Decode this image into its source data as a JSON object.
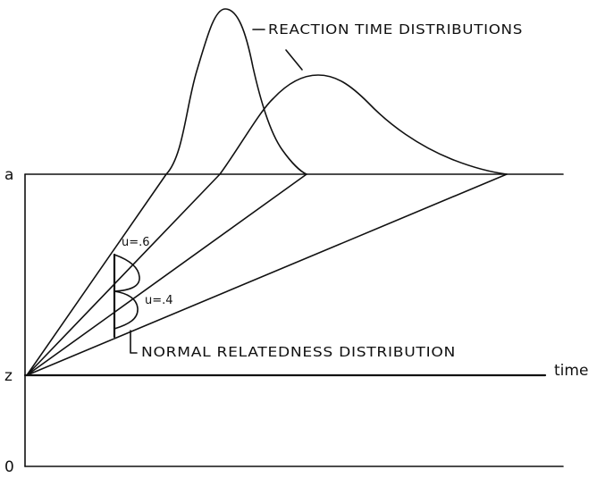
{
  "labels": {
    "boundary_a": "a",
    "start_z": "z",
    "origin_0": "0",
    "time_axis": "time",
    "drift_high": "u=.6",
    "drift_low": "u=.4",
    "rt_distributions": "REACTION TIME DISTRIBUTIONS",
    "relatedness_distribution": "NORMAL RELATEDNESS DISTRIBUTION"
  }
}
